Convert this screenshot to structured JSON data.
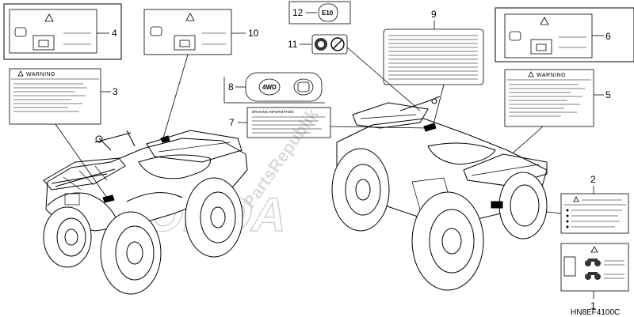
{
  "watermark": {
    "brand": "HONDA",
    "site": "PartsRepublik"
  },
  "labels": {
    "warning_heading": "WARNING",
    "braking_heading": "BRAKING INFORMATION",
    "badge_4wd": "4WD",
    "badge_e10": "E10"
  },
  "callouts": {
    "c1": "1",
    "c2": "2",
    "c3": "3",
    "c4": "4",
    "c5": "5",
    "c6": "6",
    "c7": "7",
    "c8": "8",
    "c9": "9",
    "c10": "10",
    "c11": "11",
    "c12": "12"
  },
  "part_code": "HN8EF4100C"
}
